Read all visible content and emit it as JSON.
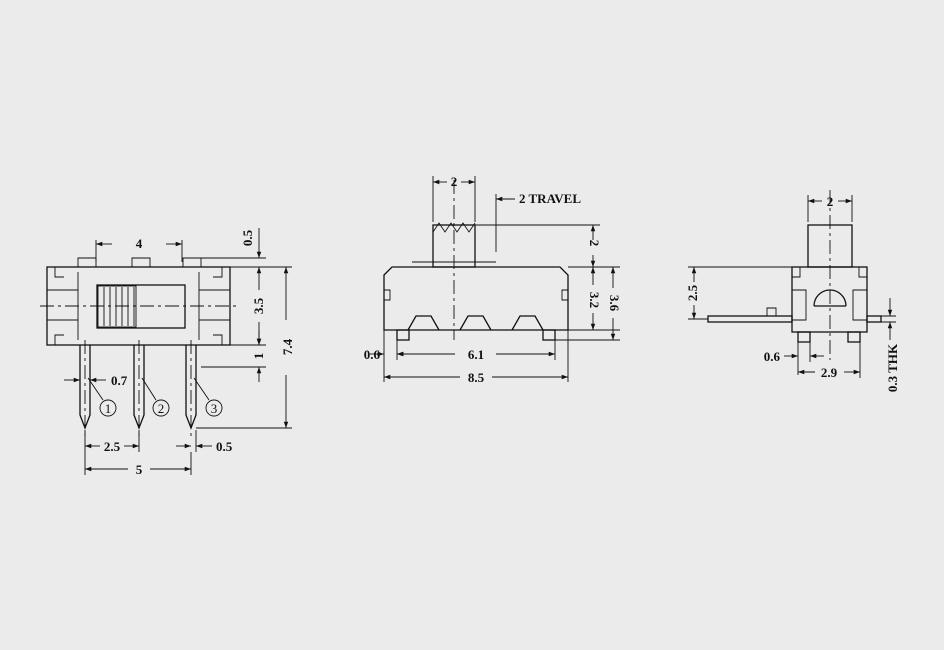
{
  "front_view": {
    "dims": {
      "body_width": "4",
      "slot_top": "0.5",
      "body_height": "3.5",
      "overall_height": "7.4",
      "standoff": "1",
      "pin_width": "0.7",
      "pitch": "2.5",
      "span": "5",
      "pin_offset": "0.5"
    },
    "pins": [
      "1",
      "2",
      "3"
    ]
  },
  "side_view": {
    "dims": {
      "actuator_width": "2",
      "travel": "2 TRAVEL",
      "actuator_height": "2",
      "body_height": "3.2",
      "total_height": "3.6",
      "leg": "0.6",
      "pad_span": "6.1",
      "overall_length": "8.5"
    }
  },
  "end_view": {
    "dims": {
      "actuator_width": "2",
      "lead_height": "2.5",
      "leg": "0.6",
      "body_width": "2.9",
      "thickness": "0.3 THK"
    }
  }
}
